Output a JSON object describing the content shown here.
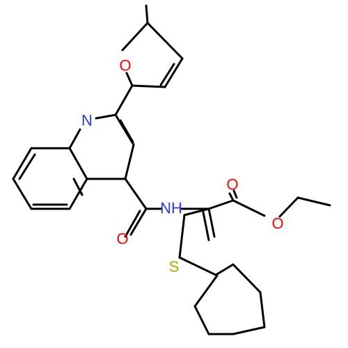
{
  "structure": {
    "atoms": [
      {
        "id": "O_furan",
        "symbol": "O"
      },
      {
        "id": "N_quinoline",
        "symbol": "N"
      },
      {
        "id": "O_amide",
        "symbol": "O"
      },
      {
        "id": "NH_amide",
        "symbol": "NH"
      },
      {
        "id": "O_ester_carbonyl",
        "symbol": "O"
      },
      {
        "id": "O_ester",
        "symbol": "O"
      },
      {
        "id": "S_thiophene",
        "symbol": "S"
      }
    ]
  },
  "colors": {
    "bond": "#000000",
    "O": "#ff0000",
    "N": "#2b3bd6",
    "S": "#b8a400",
    "background": "#ffffff"
  }
}
